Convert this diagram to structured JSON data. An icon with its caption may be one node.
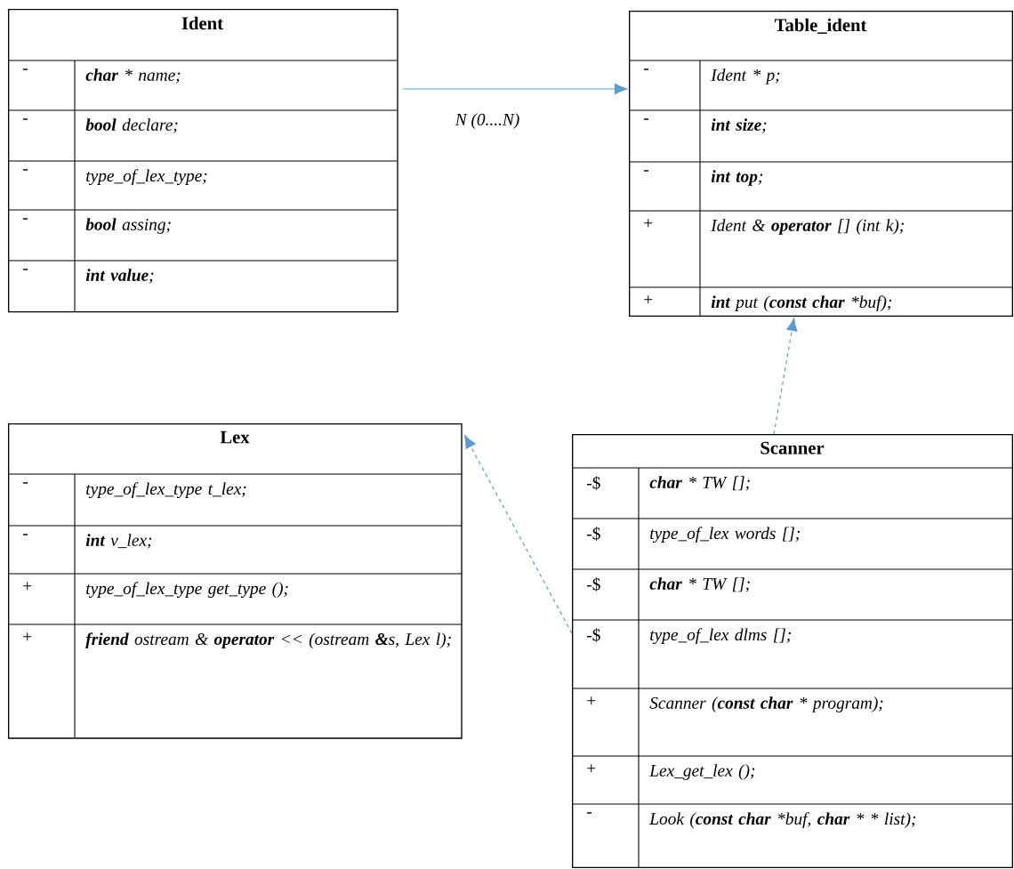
{
  "diagram": {
    "nodes": [
      {
        "text": [
          "Ident",
          "-",
          "**char** * name;",
          "-",
          "**bool** declare;",
          "-",
          "type_of_lex_type;",
          "-",
          "**bool** assing;",
          "-",
          "**int value**;"
        ]
      },
      {
        "text": [
          "Table_ident",
          "-",
          "Ident * p;",
          "-",
          "**int size**;",
          "-",
          "**int top**;",
          "+",
          "Ident & **operator** [] (int k);",
          "+",
          "**int** put (**const char** *buf);"
        ]
      },
      {
        "text": [
          "Lex",
          "-",
          "type_of_lex_type t_lex;",
          "-",
          "**int** v_lex;",
          "+",
          "type_of_lex_type get_type ();",
          "+",
          "**friend** ostream & **operator** << (ostream **&**s, Lex l);"
        ]
      },
      {
        "text": [
          "Scanner",
          "-$",
          "**char** * TW [];",
          "-$",
          "type_of_lex words [];",
          "-$",
          "**char** * TW [];",
          "-$",
          "type_of_lex dlms [];",
          "+",
          "Scanner (**const char** * program);",
          "+",
          "Lex_get_lex ();",
          "-",
          "Look (**const char** *buf, **char** * * list);"
        ]
      }
    ],
    "edges": [
      {
        "from": 0,
        "to": 1,
        "arrow": "to",
        "label": "N (0....N)"
      },
      {
        "from": 3,
        "to": 1,
        "arrow": "to",
        "style": "dashed"
      },
      {
        "from": 3,
        "to": 2,
        "arrow": "to",
        "style": "dashed"
      }
    ]
  }
}
